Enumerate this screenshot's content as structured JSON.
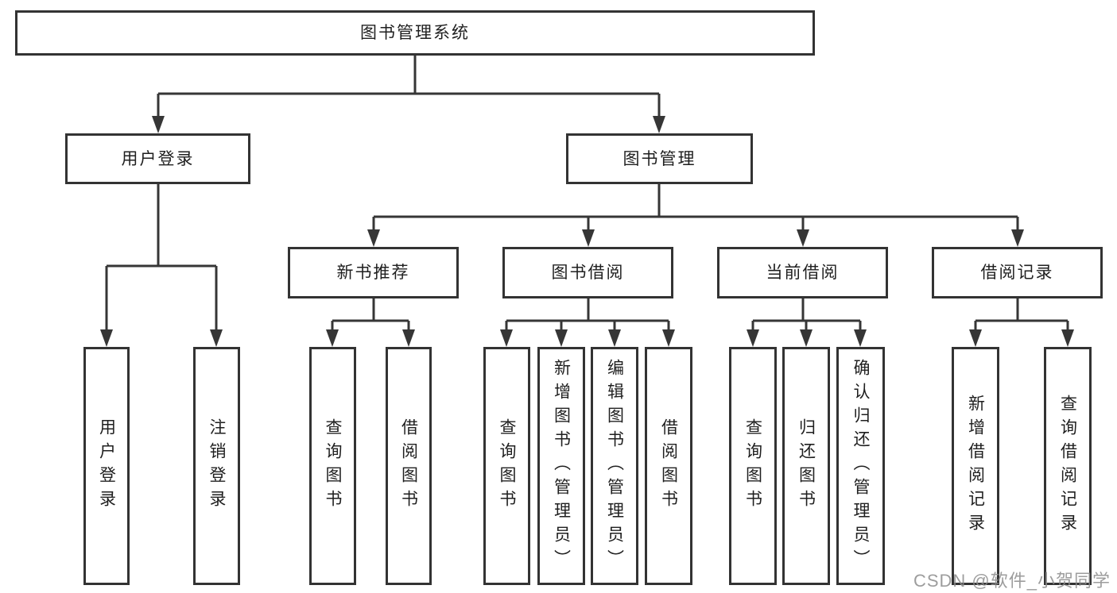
{
  "diagram": {
    "tree": {
      "label": "图书管理系统",
      "children": [
        {
          "label": "用户登录",
          "children": [
            {
              "label": "用户登录"
            },
            {
              "label": "注销登录"
            }
          ]
        },
        {
          "label": "图书管理",
          "children": [
            {
              "label": "新书推荐",
              "children": [
                {
                  "label": "查询图书"
                },
                {
                  "label": "借阅图书"
                }
              ]
            },
            {
              "label": "图书借阅",
              "children": [
                {
                  "label": "查询图书"
                },
                {
                  "label": "新增图书（管理员）"
                },
                {
                  "label": "编辑图书（管理员）"
                },
                {
                  "label": "借阅图书"
                }
              ]
            },
            {
              "label": "当前借阅",
              "children": [
                {
                  "label": "查询图书"
                },
                {
                  "label": "归还图书"
                },
                {
                  "label": "确认归还（管理员）"
                }
              ]
            },
            {
              "label": "借阅记录",
              "children": [
                {
                  "label": "新增借阅记录"
                },
                {
                  "label": "查询借阅记录"
                }
              ]
            }
          ]
        }
      ]
    },
    "colors": {
      "line": "#363636",
      "border": "#333333",
      "text": "#1f1f1f",
      "watermark_gray": "#8c8c8c",
      "background": "#ffffff"
    }
  },
  "watermark": {
    "text": "CSDN @软件_小贺同学"
  }
}
